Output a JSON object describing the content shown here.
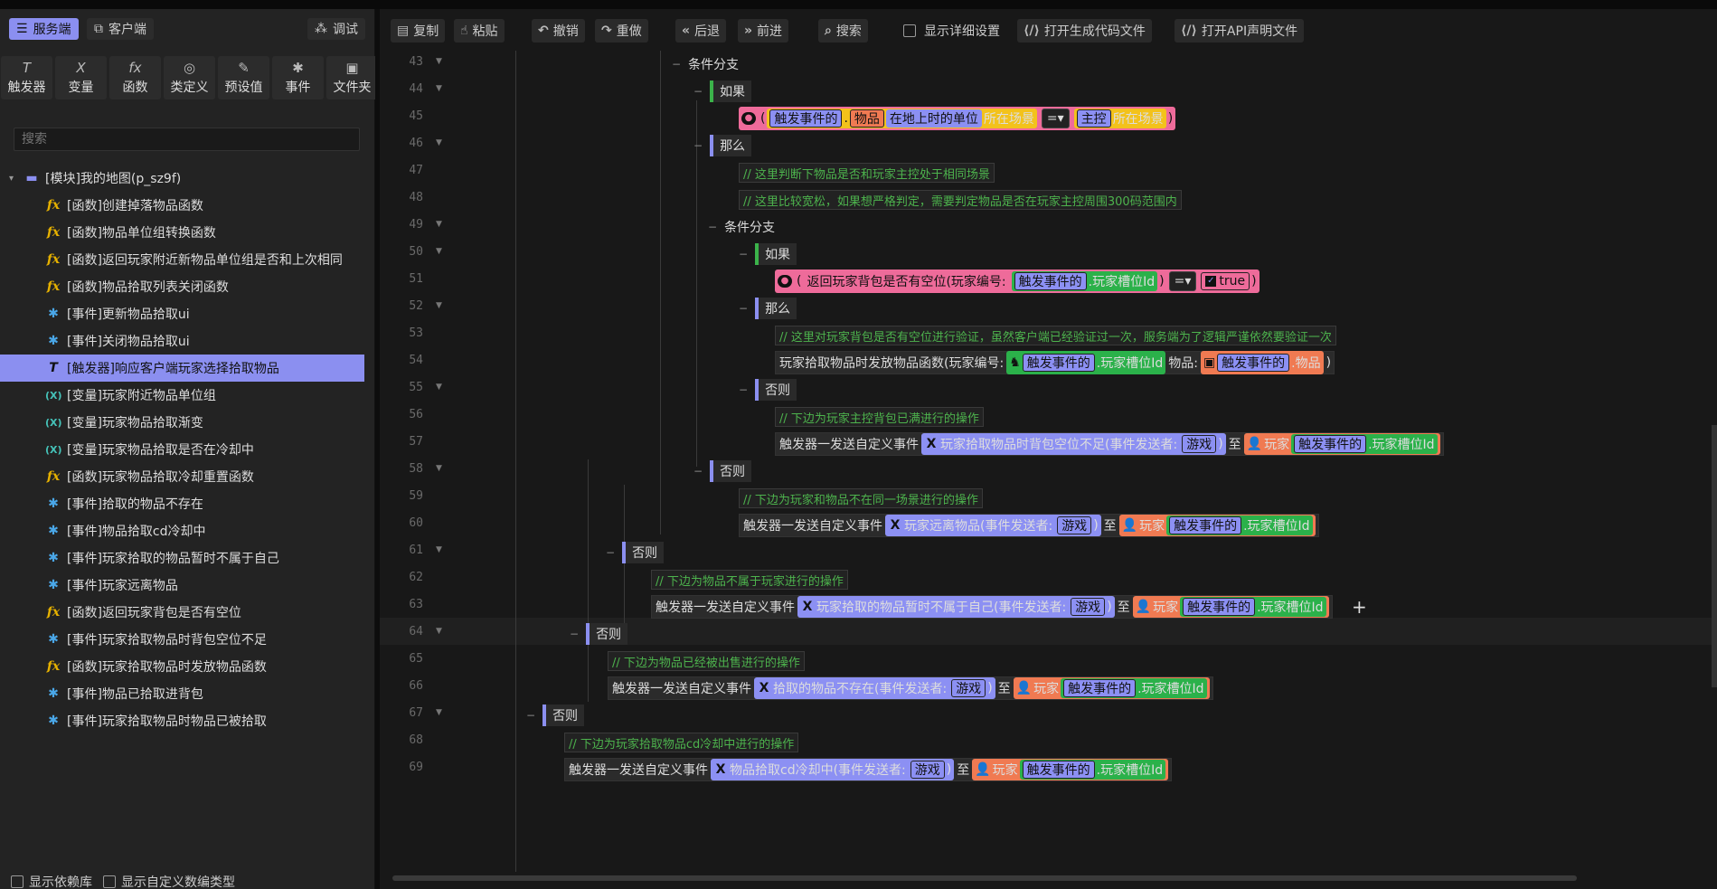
{
  "modes": {
    "server": "服务端",
    "client": "客户端",
    "debug": "调试"
  },
  "categories": [
    {
      "icon": "T",
      "label": "触发器"
    },
    {
      "icon": "X",
      "label": "变量"
    },
    {
      "icon": "fx",
      "label": "函数"
    },
    {
      "icon": "◎",
      "label": "类定义"
    },
    {
      "icon": "✎",
      "label": "预设值"
    },
    {
      "icon": "✱",
      "label": "事件"
    },
    {
      "icon": "▣",
      "label": "文件夹"
    }
  ],
  "search_placeholder": "搜索",
  "tree": {
    "module": "[模块]我的地图(p_sz9f)",
    "items": [
      {
        "type": "fx",
        "label": "[函数]创建掉落物品函数"
      },
      {
        "type": "fx",
        "label": "[函数]物品单位组转换函数"
      },
      {
        "type": "fx",
        "label": "[函数]返回玩家附近新物品单位组是否和上次相同"
      },
      {
        "type": "fx",
        "label": "[函数]物品拾取列表关闭函数"
      },
      {
        "type": "ev",
        "label": "[事件]更新物品拾取ui"
      },
      {
        "type": "ev",
        "label": "[事件]关闭物品拾取ui"
      },
      {
        "type": "tr",
        "label": "[触发器]响应客户端玩家选择拾取物品",
        "selected": true
      },
      {
        "type": "var",
        "label": "[变量]玩家附近物品单位组"
      },
      {
        "type": "var",
        "label": "[变量]玩家物品拾取渐变"
      },
      {
        "type": "var",
        "label": "[变量]玩家物品拾取是否在冷却中"
      },
      {
        "type": "fx",
        "label": "[函数]玩家物品拾取冷却重置函数"
      },
      {
        "type": "ev",
        "label": "[事件]拾取的物品不存在"
      },
      {
        "type": "ev",
        "label": "[事件]物品拾取cd冷却中"
      },
      {
        "type": "ev",
        "label": "[事件]玩家拾取的物品暂时不属于自己"
      },
      {
        "type": "ev",
        "label": "[事件]玩家远离物品"
      },
      {
        "type": "fx",
        "label": "[函数]返回玩家背包是否有空位"
      },
      {
        "type": "ev",
        "label": "[事件]玩家拾取物品时背包空位不足"
      },
      {
        "type": "fx",
        "label": "[函数]玩家拾取物品时发放物品函数"
      },
      {
        "type": "ev",
        "label": "[事件]物品已拾取进背包"
      },
      {
        "type": "ev",
        "label": "[事件]玩家拾取物品时物品已被拾取"
      }
    ]
  },
  "bottom_options": {
    "show_deps": "显示依赖库",
    "show_custom_types": "显示自定义数编类型"
  },
  "toolbar": {
    "copy": "复制",
    "paste": "粘贴",
    "undo": "撤销",
    "redo": "重做",
    "back": "后退",
    "forward": "前进",
    "search": "搜索",
    "detail": "显示详细设置",
    "open_gen": "打开生成代码文件",
    "open_api": "打开API声明文件"
  },
  "code": {
    "line_numbers": [
      "43",
      "44",
      "45",
      "46",
      "47",
      "48",
      "49",
      "50",
      "51",
      "52",
      "53",
      "54",
      "55",
      "56",
      "57",
      "58",
      "59",
      "60",
      "61",
      "62",
      "63",
      "64",
      "65",
      "66",
      "67",
      "68",
      "69"
    ],
    "kw_branch": "条件分支",
    "kw_if": "如果",
    "kw_then": "那么",
    "kw_else": "否则",
    "l45": {
      "trigger_evt": "触发事件的",
      "item": "物品",
      "on_ground_unit": "在地上时的单位",
      "scene": "所在场景",
      "op": "=",
      "main_ctrl": "主控",
      "scene2": "所在场景"
    },
    "c47": "// 这里判断下物品是否和玩家主控处于相同场景",
    "c48": "// 这里比较宽松，如果想严格判定，需要判定物品是否在玩家主控周围300码范围内",
    "l51": {
      "fn": "返回玩家背包是否有空位(玩家编号:",
      "trigger_evt": "触发事件的",
      "slot": ".玩家槽位Id",
      "op": "=",
      "val": "true"
    },
    "c53": "// 这里对玩家背包是否有空位进行验证，虽然客户端已经验证过一次，服务端为了逻辑严谨依然要验证一次",
    "l54": {
      "fn": "玩家拾取物品时发放物品函数(玩家编号:",
      "trigger_evt": "触发事件的",
      "slot": ".玩家槽位Id",
      "item_lbl": "物品:",
      "trigger_evt2": "触发事件的",
      "item": ".物品"
    },
    "c56": "// 下边为玩家主控背包已满进行的操作",
    "send": "触发器一发送自定义事件",
    "to": "至",
    "player": "玩家",
    "sender": "游戏",
    "trigger_evt": "触发事件的",
    "slot": ".玩家槽位Id",
    "e57": "玩家拾取物品时背包空位不足(事件发送者:",
    "c59": "// 下边为玩家和物品不在同一场景进行的操作",
    "e60": "玩家远离物品(事件发送者:",
    "c62": "// 下边为物品不属于玩家进行的操作",
    "e63": "玩家拾取的物品暂时不属于自己(事件发送者:",
    "c65": "// 下边为物品已经被出售进行的操作",
    "e66": "拾取的物品不存在(事件发送者:",
    "c68": "// 下边为玩家拾取物品cd冷却中进行的操作",
    "e69": "物品拾取cd冷却中(事件发送者:",
    "add": "+"
  }
}
